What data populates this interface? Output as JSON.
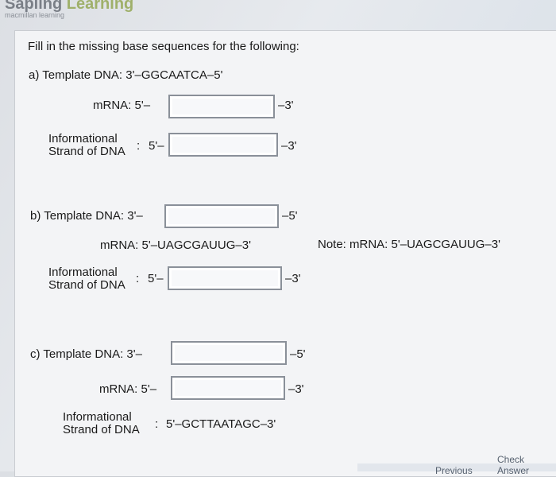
{
  "header": {
    "logo_main": "Sapling ",
    "logo_accent": "Learning",
    "tagline": "macmillan learning"
  },
  "instructions": "Fill in the missing base sequences for the following:",
  "part_a": {
    "template_line": "a)  Template DNA:  3'–GGCAATCA–5'",
    "mrna_label": "mRNA:  5'–",
    "mrna_end": "–3'",
    "info_label_1": "Informational",
    "info_label_2": "Strand of DNA",
    "info_colon": ":",
    "info_prefix": "5'–",
    "info_end": "–3'"
  },
  "part_b": {
    "template_label": "b) Template DNA:  3'–",
    "template_end": "–5'",
    "mrna_line": "mRNA:  5'–UAGCGAUUG–3'",
    "note": "Note: mRNA: 5'–UAGCGAUUG–3'",
    "info_label_1": "Informational",
    "info_label_2": "Strand of DNA",
    "info_colon": ":",
    "info_prefix": "5'–",
    "info_end": "–3'"
  },
  "part_c": {
    "template_label": "c) Template DNA:  3'–",
    "template_end": "–5'",
    "mrna_label": "mRNA:  5'–",
    "mrna_end": "–3'",
    "info_label_1": "Informational",
    "info_label_2": "Strand of DNA",
    "info_colon": ":",
    "info_value": "5'–GCTTAATAGC–3'"
  },
  "footer": {
    "previous": "Previous",
    "check": "Check Answer"
  }
}
